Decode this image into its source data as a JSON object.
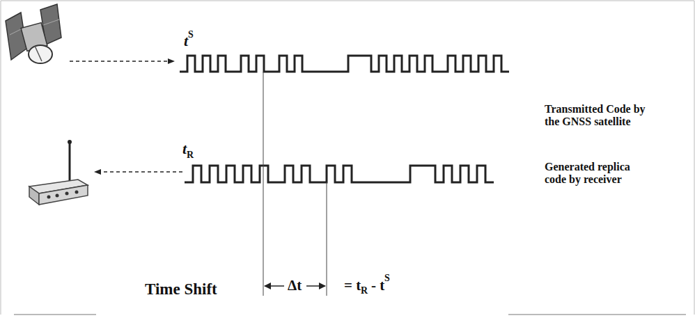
{
  "diagram": {
    "labels": [
      "t",
      "S",
      "Transmitted Code by the GNSS satellite",
      "t",
      "R",
      "Generated replica code by receiver",
      "Time Shift",
      "Δt",
      "= t",
      "R",
      "- t",
      "S"
    ]
  }
}
